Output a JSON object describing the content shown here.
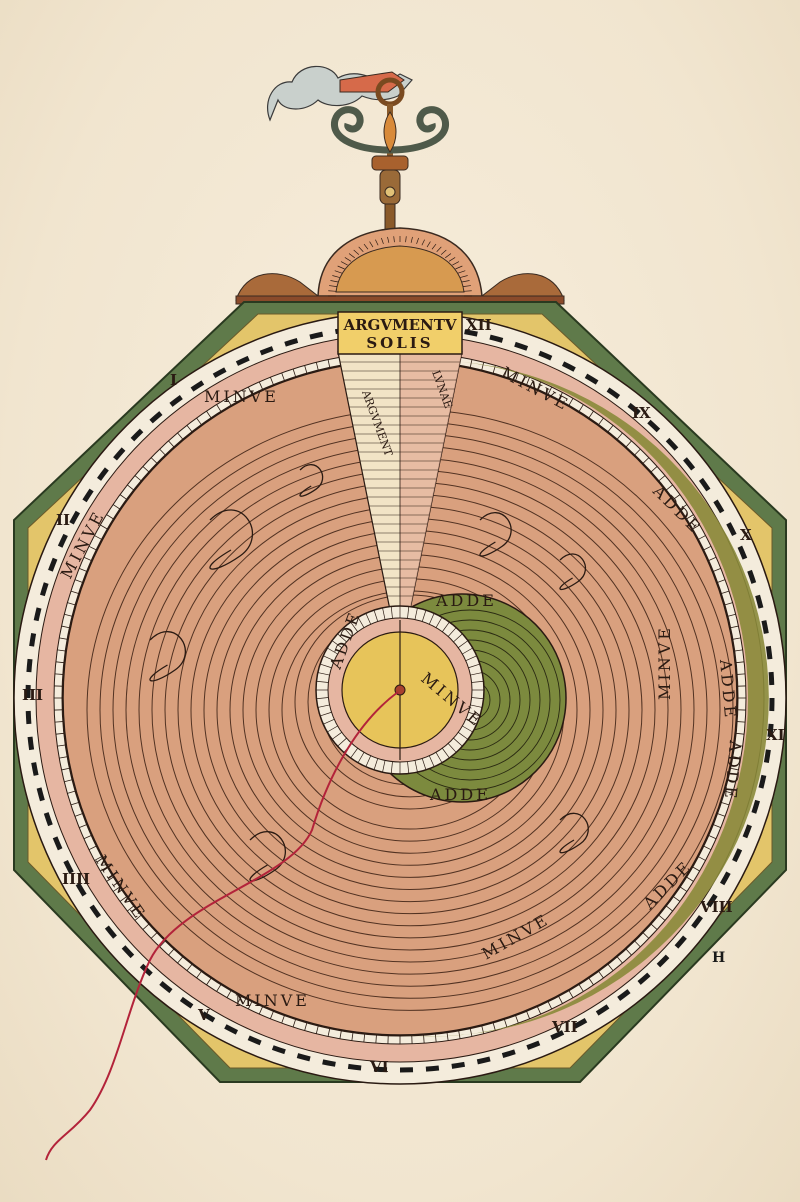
{
  "plate": {
    "title_line1": "ARGVMENTV",
    "title_line2": "SOLIS",
    "ring_labels_outer": [
      "I",
      "II",
      "III",
      "IIII",
      "V",
      "VI",
      "VII",
      "VIII",
      "IX",
      "X",
      "XI",
      "XII"
    ],
    "label_minve": "MINVE",
    "label_adde": "ADDE",
    "label_argument": "ARGVMENT",
    "label_lunae": "LVNAE",
    "letter_mark": "H"
  },
  "colors": {
    "paper": "#f4ead8",
    "octagon_outer": "#5f7a4a",
    "octagon_inner": "#e3c56a",
    "ring_pink": "#e6b6a2",
    "ring_cream": "#f4ecdc",
    "disk": "#d9a07e",
    "olive": "#8a8a3a",
    "yellow_center": "#e7c45a",
    "thread": "#b3233a"
  }
}
